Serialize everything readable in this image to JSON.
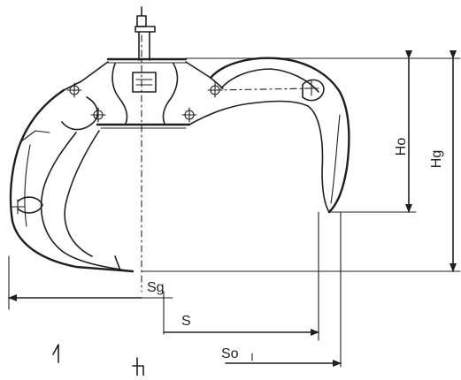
{
  "labels": {
    "sg": "Sg",
    "s": "S",
    "so": "So",
    "ho": "Ho",
    "hg": "Hg"
  },
  "colors": {
    "line": "#1f1f1f",
    "background": "#ffffff"
  }
}
